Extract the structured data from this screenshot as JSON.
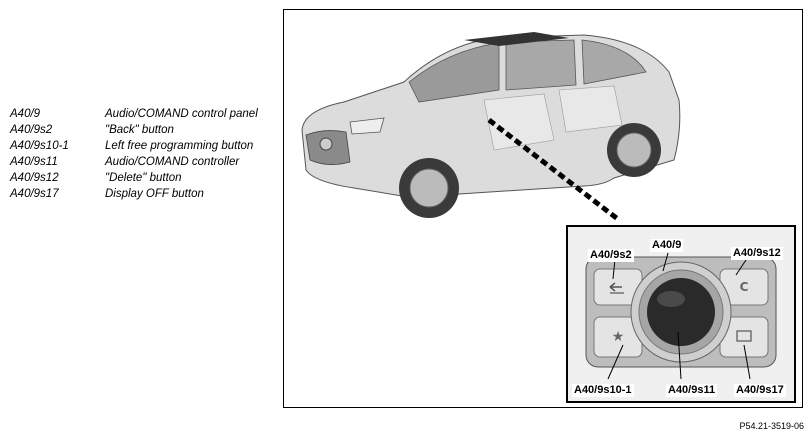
{
  "legend": [
    {
      "code": "A40/9",
      "desc": "Audio/COMAND control panel"
    },
    {
      "code": "A40/9s2",
      "desc": "\"Back\" button"
    },
    {
      "code": "A40/9s10-1",
      "desc": "Left free programming button"
    },
    {
      "code": "A40/9s11",
      "desc": "Audio/COMAND controller"
    },
    {
      "code": "A40/9s12",
      "desc": "\"Delete\" button"
    },
    {
      "code": "A40/9s17",
      "desc": "Display OFF button"
    }
  ],
  "callouts": {
    "a40_9": "A40/9",
    "a40_9s2": "A40/9s2",
    "a40_9s12": "A40/9s12",
    "a40_9s10_1": "A40/9s10-1",
    "a40_9s11": "A40/9s11",
    "a40_9s17": "A40/9s17"
  },
  "figure_id": "P54.21-3519-06",
  "icons": {
    "back": "back-arrow-icon",
    "delete": "c-delete-icon",
    "favorite": "star-icon",
    "display_off": "display-off-icon"
  },
  "colors": {
    "frame": "#000000",
    "car_body": "#d6d6d6",
    "knob": "#2a2a2a",
    "panel": "#bdbdbd"
  }
}
